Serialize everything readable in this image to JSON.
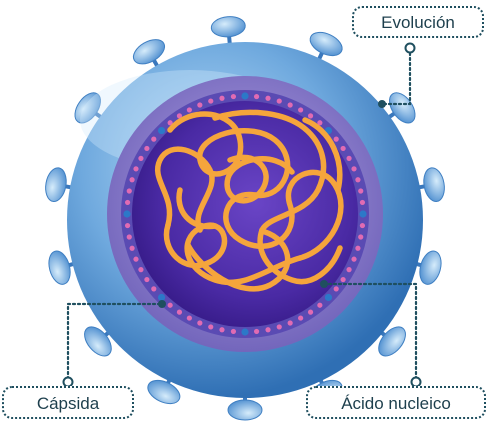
{
  "labels": {
    "evolucion": "Evolución",
    "capsida": "Cápsida",
    "acido_nucleico": "Ácido nucleico"
  },
  "colors": {
    "envelope_outer": "#5b9bd8",
    "envelope_light": "#a9d0f3",
    "envelope_dark": "#2f6fb4",
    "capsid_band": "#7f72c8",
    "core": "#3b1f8a",
    "core_light": "#6a45c6",
    "capsomere_dots": "#d65aa8",
    "nucleic_acid": "#f5a53c",
    "leader_line": "#1f4f5f"
  },
  "icons": [
    "spike-protein-icon",
    "anchor-dot-icon"
  ]
}
